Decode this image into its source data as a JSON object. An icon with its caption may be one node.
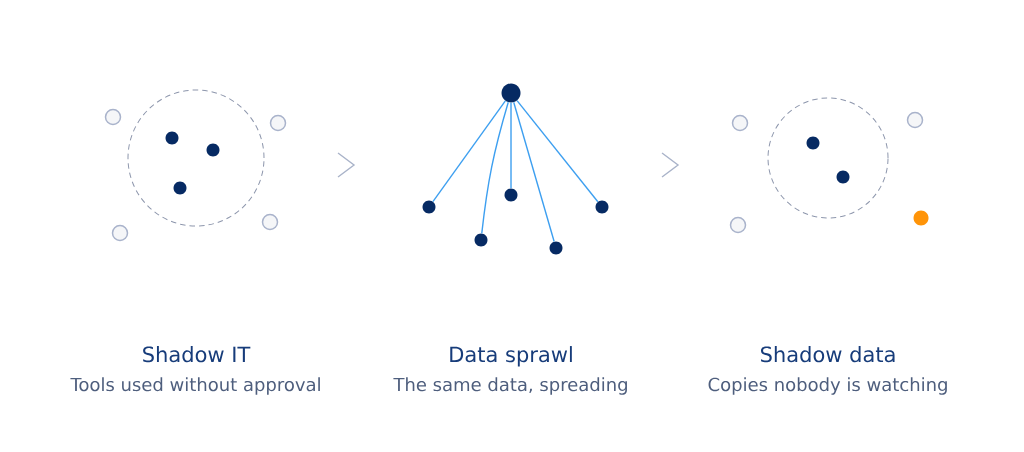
{
  "diagram": {
    "nodes": [
      {
        "text": [],
        "shape": "circle"
      },
      {
        "text": [],
        "shape": "circle",
        "in": 0
      },
      {
        "text": [],
        "shape": "circle",
        "in": 0
      },
      {
        "text": [],
        "shape": "circle",
        "in": 0
      },
      {
        "text": [],
        "shape": "circle"
      },
      {
        "text": [],
        "shape": "circle"
      },
      {
        "text": [],
        "shape": "circle"
      },
      {
        "text": [],
        "shape": "circle"
      },
      {
        "text": [],
        "shape": "circle"
      },
      {
        "text": [],
        "shape": "circle"
      },
      {
        "text": [],
        "shape": "circle"
      },
      {
        "text": [],
        "shape": "circle"
      },
      {
        "text": [],
        "shape": "circle"
      },
      {
        "text": [],
        "shape": "circle"
      },
      {
        "text": [],
        "shape": "circle"
      },
      {
        "text": [],
        "shape": "circle"
      },
      {
        "text": [],
        "shape": "circle",
        "in": 15
      },
      {
        "text": [],
        "shape": "circle",
        "in": 15
      },
      {
        "text": [],
        "shape": "circle"
      },
      {
        "text": [],
        "shape": "circle"
      },
      {
        "text": [],
        "shape": "circle"
      }
    ],
    "edges": [
      {
        "from": 8,
        "to": 9,
        "arrow": "none"
      },
      {
        "from": 8,
        "to": 10,
        "arrow": "none"
      },
      {
        "from": 8,
        "to": 11,
        "arrow": "none"
      },
      {
        "from": 8,
        "to": 12,
        "arrow": "none"
      },
      {
        "from": 8,
        "to": 13,
        "arrow": "none"
      }
    ],
    "labels": [
      "Shadow IT",
      "Tools used without approval",
      "Data sprawl",
      "The same data, spreading",
      "Shadow data",
      "Copies nobody is watching"
    ]
  }
}
